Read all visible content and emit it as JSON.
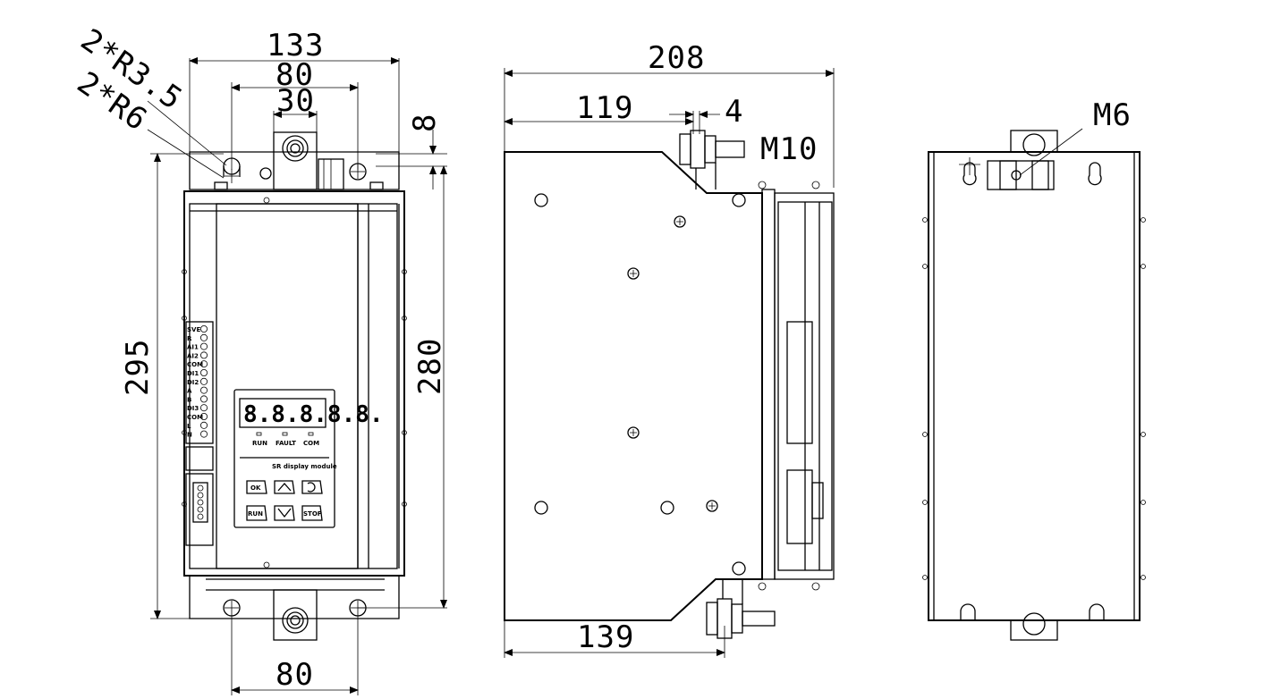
{
  "front_view": {
    "dim_overall_width": "133",
    "dim_hole_spacing_top": "80",
    "dim_terminal_width": "30",
    "dim_hole_offset": "8",
    "dim_overall_height": "295",
    "dim_hole_spacing_vertical": "280",
    "dim_hole_spacing_bottom": "80",
    "callout_small_holes": "2*R3.5",
    "callout_large_holes": "2*R6",
    "terminal_labels": [
      "SVE",
      "R",
      "AI1",
      "AI2",
      "COM",
      "DI1",
      "DI2",
      "A",
      "B",
      "DI3",
      "COM",
      "L",
      "N"
    ],
    "display": {
      "digits": "8.8.8.8.8.",
      "led_labels": [
        "RUN",
        "FAULT",
        "COM"
      ],
      "module_caption": "SR display module",
      "buttons": [
        "OK",
        "",
        "",
        ""
      ],
      "run_label": "RUN",
      "stop_label": "STOP"
    }
  },
  "side_view": {
    "dim_overall_depth": "208",
    "dim_top_offset": "119",
    "dim_gap": "4",
    "dim_bottom_offset": "139",
    "callout_bolt": "M10"
  },
  "back_view": {
    "callout_thread": "M6"
  }
}
